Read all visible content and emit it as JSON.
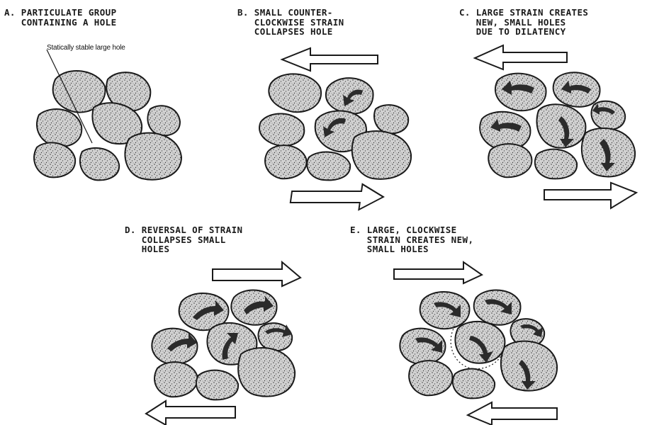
{
  "panels": {
    "a": {
      "caption": "A. PARTICULATE GROUP\n   CONTAINING A HOLE",
      "annotation": "Statically stable large hole"
    },
    "b": {
      "caption": "B. SMALL COUNTER-\n   CLOCKWISE STRAIN\n   COLLAPSES HOLE"
    },
    "c": {
      "caption": "C. LARGE STRAIN CREATES\n   NEW, SMALL HOLES\n   DUE TO DILATENCY"
    },
    "d": {
      "caption": "D. REVERSAL OF STRAIN\n   COLLAPSES SMALL\n   HOLES"
    },
    "e": {
      "caption": "E. LARGE, CLOCKWISE\n   STRAIN CREATES NEW,\n   SMALL HOLES"
    }
  },
  "colors": {
    "ink": "#1a1a1a",
    "grain_fill": "#c9c9c9",
    "rotation_arrow": "#2b2b2b",
    "background": "#ffffff"
  },
  "icons": {
    "shear_arrow_left": "left-shear-arrow",
    "shear_arrow_right": "right-shear-arrow",
    "rotation": "rotation-arrow"
  }
}
